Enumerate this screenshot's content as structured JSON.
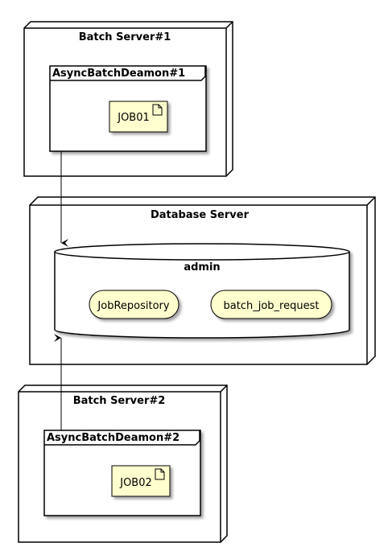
{
  "nodes": {
    "batch_server_1": {
      "label": "Batch Server#1"
    },
    "database_server": {
      "label": "Database Server"
    },
    "batch_server_2": {
      "label": "Batch Server#2"
    }
  },
  "frames": {
    "daemon_1": {
      "label": "AsyncBatchDeamon#1"
    },
    "daemon_2": {
      "label": "AsyncBatchDeamon#2"
    }
  },
  "artifacts": {
    "job01": {
      "label": "JOB01"
    },
    "job02": {
      "label": "JOB02"
    }
  },
  "database": {
    "label": "admin",
    "entities": [
      {
        "label": "JobRepository"
      },
      {
        "label": "batch_job_request"
      }
    ]
  },
  "colors": {
    "artifact_fill": "#fefece",
    "stroke": "#000000",
    "shadow": "#c8c8c8"
  }
}
